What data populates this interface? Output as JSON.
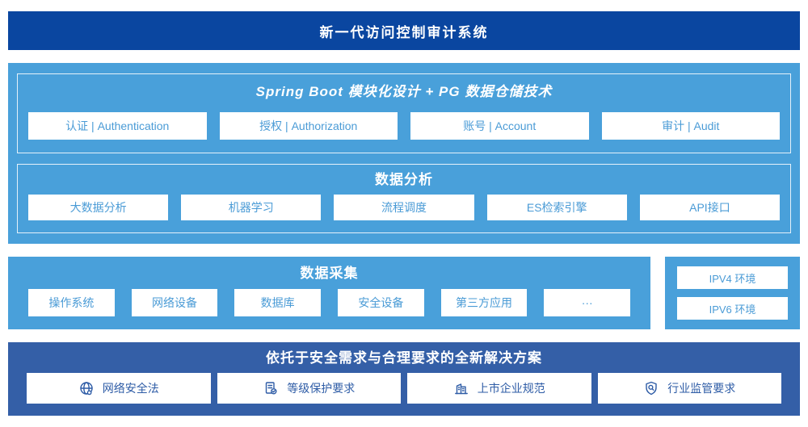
{
  "colors": {
    "banner_bg": "#0a46a0",
    "light_blue_bg": "#49a0da",
    "solution_bg": "#345fa7",
    "box_text_blue": "#4a9bd6",
    "solution_text_blue": "#2e5ca6"
  },
  "header": {
    "title": "新一代访问控制审计系统"
  },
  "platform": {
    "modules_section": {
      "title": "Spring Boot 模块化设计 + PG 数据仓储技术",
      "items": [
        "认证 | Authentication",
        "授权 | Authorization",
        "账号 | Account",
        "审计 | Audit"
      ]
    },
    "analysis_section": {
      "title": "数据分析",
      "items": [
        "大数据分析",
        "机器学习",
        "流程调度",
        "ES检索引擎",
        "API接口"
      ]
    }
  },
  "collection": {
    "title": "数据采集",
    "items": [
      "操作系统",
      "网络设备",
      "数据库",
      "安全设备",
      "第三方应用",
      "···"
    ]
  },
  "environments": {
    "items": [
      "IPV4 环境",
      "IPV6 环境"
    ]
  },
  "solution": {
    "title": "依托于安全需求与合理要求的全新解决方案",
    "items": [
      {
        "icon": "globe-icon",
        "label": "网络安全法"
      },
      {
        "icon": "document-check-icon",
        "label": "等级保护要求"
      },
      {
        "icon": "building-icon",
        "label": "上市企业规范"
      },
      {
        "icon": "shield-search-icon",
        "label": "行业监管要求"
      }
    ]
  }
}
